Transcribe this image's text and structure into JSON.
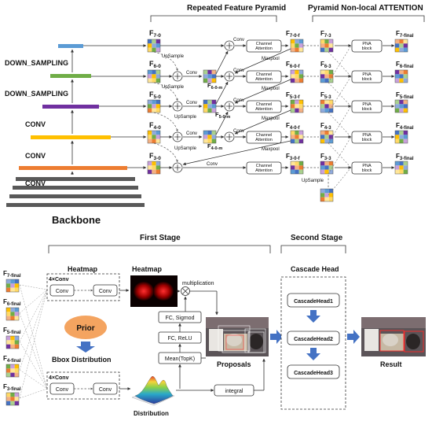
{
  "top": {
    "repeated_title": "Repeated Feature Pyramid",
    "pna_title": "Pyramid Non-local ATTENTION",
    "backbone": "Backbone",
    "stage_labels": [
      "DOWN_SAMPLING",
      "DOWN_SAMPLING",
      "CONV",
      "CONV",
      "CONV"
    ],
    "left_feats": [
      {
        "base": "F",
        "sub": "7-0"
      },
      {
        "base": "F",
        "sub": "6-0"
      },
      {
        "base": "F",
        "sub": "5-0"
      },
      {
        "base": "F",
        "sub": "4-0"
      },
      {
        "base": "F",
        "sub": "3-0"
      }
    ],
    "mid_feats": [
      {
        "base": "F",
        "sub": "6-0-m"
      },
      {
        "base": "F",
        "sub": "5-0-m"
      },
      {
        "base": "F",
        "sub": "4-0-m"
      }
    ],
    "f_feats": [
      {
        "base": "F",
        "sub": "7-0-f"
      },
      {
        "base": "F",
        "sub": "6-0-f"
      },
      {
        "base": "F",
        "sub": "5-3-f"
      },
      {
        "base": "F",
        "sub": "4-0-f"
      },
      {
        "base": "F",
        "sub": "3-0-f"
      }
    ],
    "pna_in": [
      {
        "base": "F",
        "sub": "7-3"
      },
      {
        "base": "F",
        "sub": "6-3"
      },
      {
        "base": "F",
        "sub": "5-3"
      },
      {
        "base": "F",
        "sub": "4-3"
      },
      {
        "base": "F",
        "sub": "3-3"
      }
    ],
    "final_feats": [
      {
        "base": "F",
        "sub": "7-final"
      },
      {
        "base": "F",
        "sub": "6-final"
      },
      {
        "base": "F",
        "sub": "5-final"
      },
      {
        "base": "F",
        "sub": "4-final"
      },
      {
        "base": "F",
        "sub": "3-final"
      }
    ],
    "ca_label": [
      "Channel",
      "Attention"
    ],
    "pna_label": [
      "PNA",
      "block"
    ],
    "conv": "Conv",
    "upsample": "UpSample",
    "maxpool": "Maxpool"
  },
  "bottom": {
    "first_stage": "First Stage",
    "second_stage": "Second Stage",
    "heatmap_group": "Heatmap",
    "heatmap_img": "Heatmap",
    "four_conv": "4×Conv",
    "conv": "Conv",
    "prior": "Prior",
    "bbox_distribution": "Bbox Distribution",
    "distribution": "Distribution",
    "multiplication": "multiplication",
    "fc_sigmod": "FC, Sigmod",
    "fc_relu": "FC, ReLU",
    "mean_topk": "Mean(TopK)",
    "proposals": "Proposals",
    "integral": "integral",
    "cascade_head": "Cascade Head",
    "cascade": [
      "CascadeHead1",
      "CascadeHead2",
      "CascadeHead3"
    ],
    "result": "Result",
    "left_feats": [
      {
        "base": "F",
        "sub": "7-final"
      },
      {
        "base": "F",
        "sub": "6-final"
      },
      {
        "base": "F",
        "sub": "5-final"
      },
      {
        "base": "F",
        "sub": "4-final"
      },
      {
        "base": "F",
        "sub": "3-final"
      }
    ]
  },
  "colors": {
    "blue_bar": "#5b9bd5",
    "green_bar": "#70ad47",
    "purple_bar": "#7030a0",
    "yellow_bar": "#ffc000",
    "orange_bar": "#ed7d31",
    "backbone_bar": "#595959",
    "arrow_blue": "#4472c4",
    "prior_fill": "#f4a460"
  }
}
